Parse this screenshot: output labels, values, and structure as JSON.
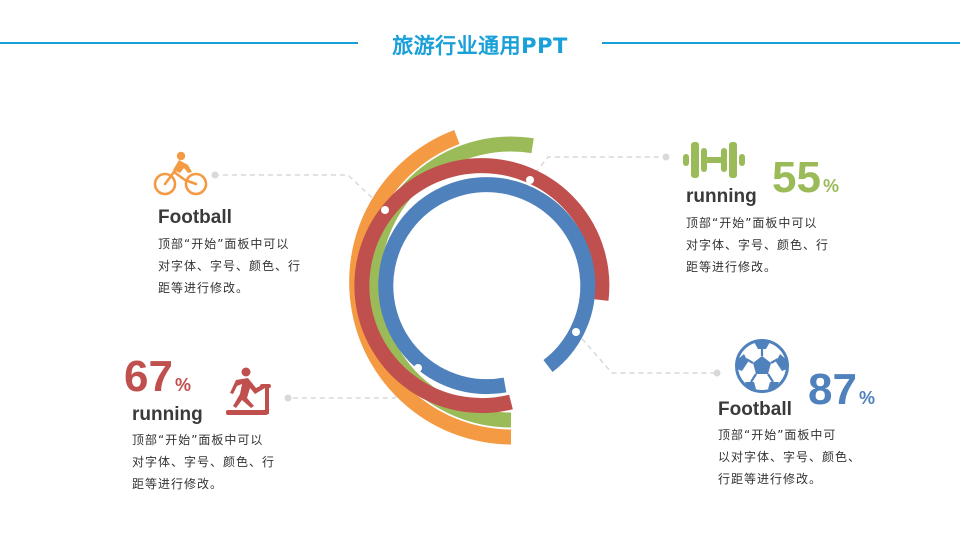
{
  "title": "旅游行业通用PPT",
  "colors": {
    "accent": "#1aa0d8",
    "orange": "#f49a42",
    "green": "#9bbb59",
    "red": "#c0504d",
    "blue": "#4f81bd",
    "connector": "#d9d9d9"
  },
  "items": [
    {
      "label": "Football",
      "icon": "bicycle-icon",
      "color": "#f49a42",
      "desc": "顶部“开始”面板中可以\n对字体、字号、颜色、行\n距等进行修改。"
    },
    {
      "label": "running",
      "icon": "dumbbell-icon",
      "color": "#9bbb59",
      "value": "55",
      "value_unit": "%",
      "desc": "顶部“开始”面板中可以\n对字体、字号、颜色、行\n距等进行修改。"
    },
    {
      "label": "running",
      "icon": "treadmill-runner-icon",
      "color": "#c0504d",
      "value": "67",
      "value_unit": "%",
      "desc": "顶部“开始”面板中可以\n对字体、字号、颜色、行\n距等进行修改。"
    },
    {
      "label": "Football",
      "icon": "soccer-ball-icon",
      "color": "#4f81bd",
      "value": "87",
      "value_unit": "%",
      "desc": "顶部“开始”面板中可\n以对字体、字号、颜色、\n行距等进行修改。"
    }
  ]
}
